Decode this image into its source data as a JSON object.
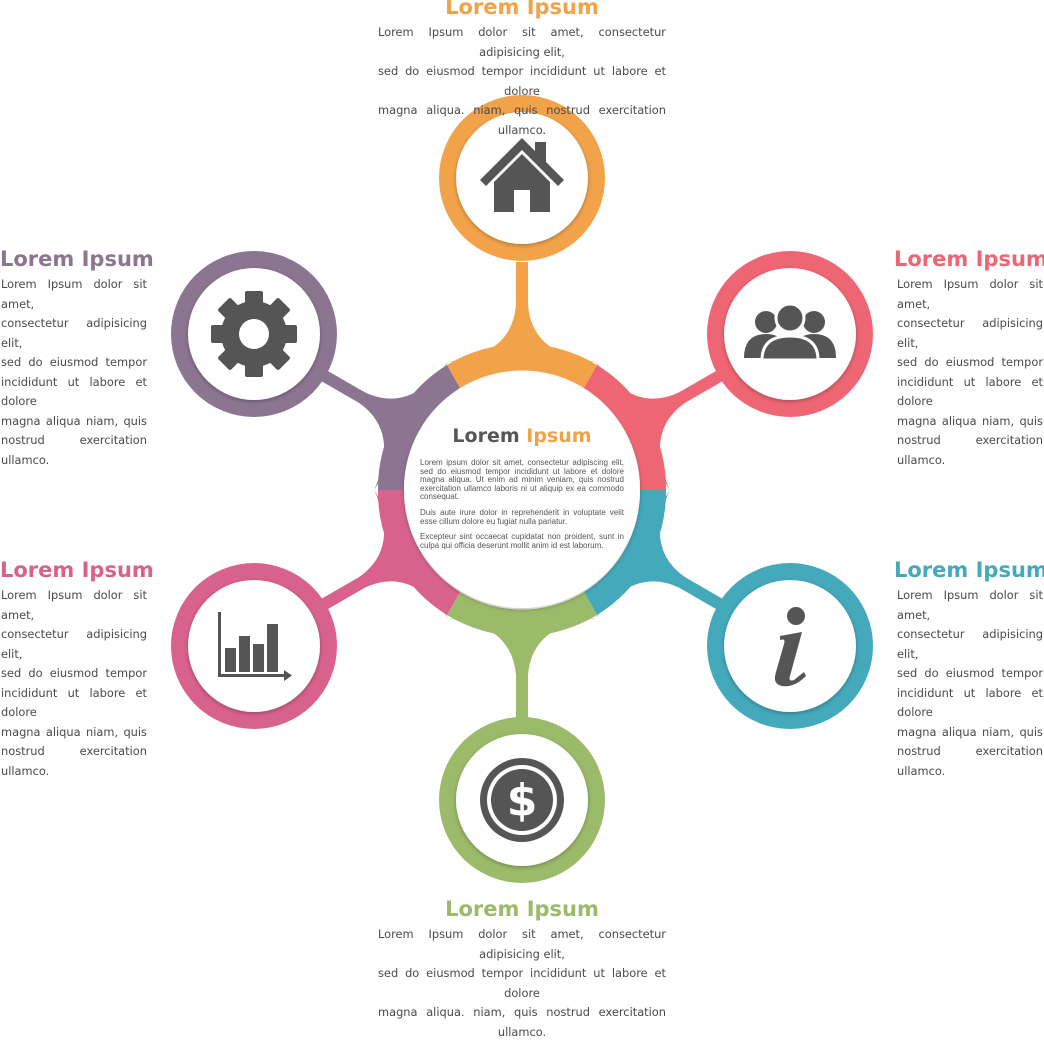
{
  "colors": {
    "orange": "#f2a34a",
    "red": "#ee6673",
    "teal": "#44a9bb",
    "green": "#9bbb6a",
    "pink": "#d8628c",
    "purple": "#8c7590",
    "icon": "#555555",
    "text": "#4a4a4a"
  },
  "center": {
    "title_part1": "Lorem",
    "title_part2": "Ipsum",
    "paragraphs": [
      "Lorem ipsum dolor sit amet, consectetur adipiscing elit, sed do eiusmod tempor incididunt ut labore et dolore magna aliqua. Ut enim ad minim veniam, quis nostrud exercitation ullamco laboris ni ut aliquip ex ea commodo consequat.",
      "Duis aute irure dolor in reprehenderit in voluptate velit esse cillum dolore eu fugiat nulla pariatur.",
      "Excepteur sint occaecat cupidatat non proident, sunt in culpa qui officia deserunt mollit anim id est laborum."
    ]
  },
  "nodes": [
    {
      "id": "top",
      "title": "Lorem Ipsum",
      "color": "#f2a34a",
      "icon": "house-icon",
      "text": [
        "Lorem Ipsum dolor sit amet, consectetur adipisicing elit,",
        "sed do eiusmod tempor incididunt ut labore et dolore",
        "magna aliqua. niam, quis nostrud exercitation ullamco."
      ]
    },
    {
      "id": "top-right",
      "title": "Lorem Ipsum",
      "color": "#ee6673",
      "icon": "people-icon",
      "text": [
        "Lorem Ipsum dolor sit amet,",
        "consectetur adipisicing elit,",
        "sed do eiusmod tempor",
        "incididunt ut labore et dolore",
        "magna aliqua niam, quis",
        "nostrud exercitation ullamco."
      ]
    },
    {
      "id": "bottom-right",
      "title": "Lorem Ipsum",
      "color": "#44a9bb",
      "icon": "info-icon",
      "text": [
        "Lorem Ipsum dolor sit amet,",
        "consectetur adipisicing elit,",
        "sed do eiusmod tempor",
        "incididunt ut labore et dolore",
        "magna aliqua niam, quis",
        "nostrud exercitation ullamco."
      ]
    },
    {
      "id": "bottom",
      "title": "Lorem Ipsum",
      "color": "#9bbb6a",
      "icon": "dollar-coin-icon",
      "text": [
        "Lorem Ipsum dolor sit amet, consectetur adipisicing elit,",
        "sed do eiusmod tempor incididunt ut labore et dolore",
        "magna aliqua. niam, quis nostrud exercitation ullamco."
      ]
    },
    {
      "id": "bottom-left",
      "title": "Lorem Ipsum",
      "color": "#d8628c",
      "icon": "bar-chart-icon",
      "text": [
        "Lorem Ipsum dolor sit amet,",
        "consectetur adipisicing elit,",
        "sed do eiusmod tempor",
        "incididunt ut labore et dolore",
        "magna aliqua niam, quis",
        "nostrud exercitation ullamco."
      ]
    },
    {
      "id": "top-left",
      "title": "Lorem Ipsum",
      "color": "#8c7590",
      "icon": "gear-icon",
      "text": [
        "Lorem Ipsum dolor sit amet,",
        "consectetur adipisicing elit,",
        "sed do eiusmod tempor",
        "incididunt ut labore et dolore",
        "magna aliqua niam, quis",
        "nostrud exercitation ullamco."
      ]
    }
  ]
}
